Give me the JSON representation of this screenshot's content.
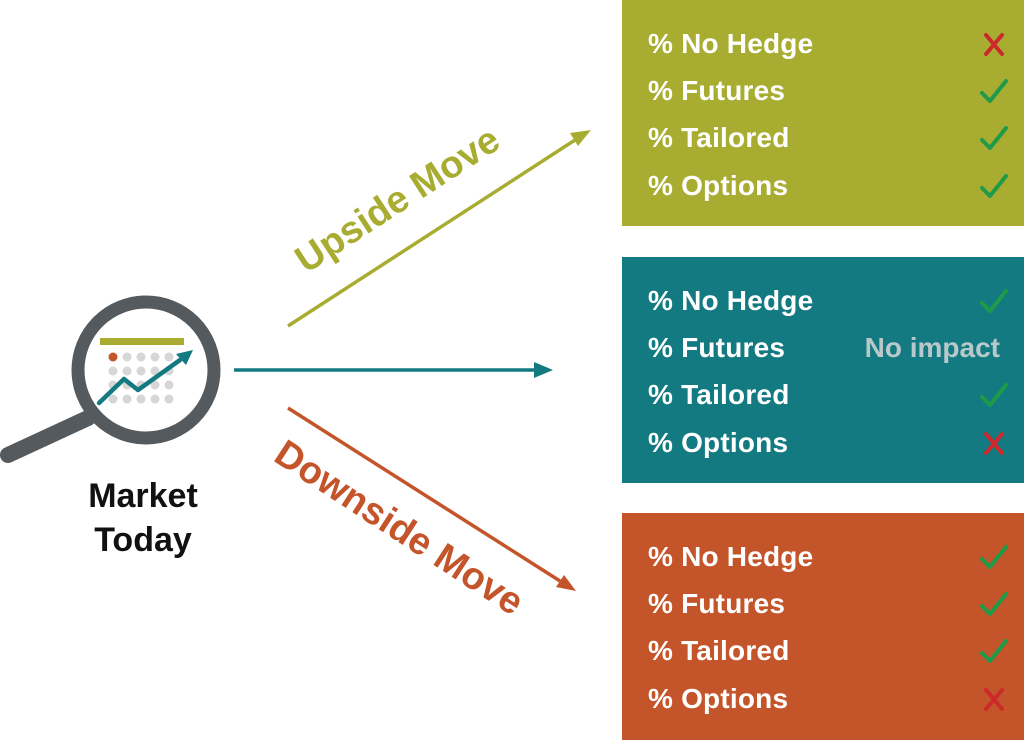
{
  "market": {
    "line1": "Market",
    "line2": "Today"
  },
  "moves": {
    "upside": "Upside Move",
    "downside": "Downside Move"
  },
  "colors": {
    "olive": "#a8ad32",
    "teal": "#127a80",
    "rust": "#c4542a",
    "check_green": "#1f9a48",
    "cross_red": "#cc2a2a"
  },
  "boxes": [
    {
      "scenario": "upside",
      "rows": [
        {
          "label": "% No Hedge",
          "mark": "cross"
        },
        {
          "label": "% Futures",
          "mark": "check"
        },
        {
          "label": "% Tailored",
          "mark": "check"
        },
        {
          "label": "% Options",
          "mark": "check"
        }
      ]
    },
    {
      "scenario": "flat",
      "rows": [
        {
          "label": "% No Hedge",
          "mark": "check"
        },
        {
          "label": "% Futures",
          "mark": "text",
          "text": "No impact"
        },
        {
          "label": "% Tailored",
          "mark": "check"
        },
        {
          "label": "% Options",
          "mark": "cross"
        }
      ]
    },
    {
      "scenario": "downside",
      "rows": [
        {
          "label": "% No Hedge",
          "mark": "check"
        },
        {
          "label": "% Futures",
          "mark": "check"
        },
        {
          "label": "% Tailored",
          "mark": "check"
        },
        {
          "label": "% Options",
          "mark": "cross"
        }
      ]
    }
  ]
}
